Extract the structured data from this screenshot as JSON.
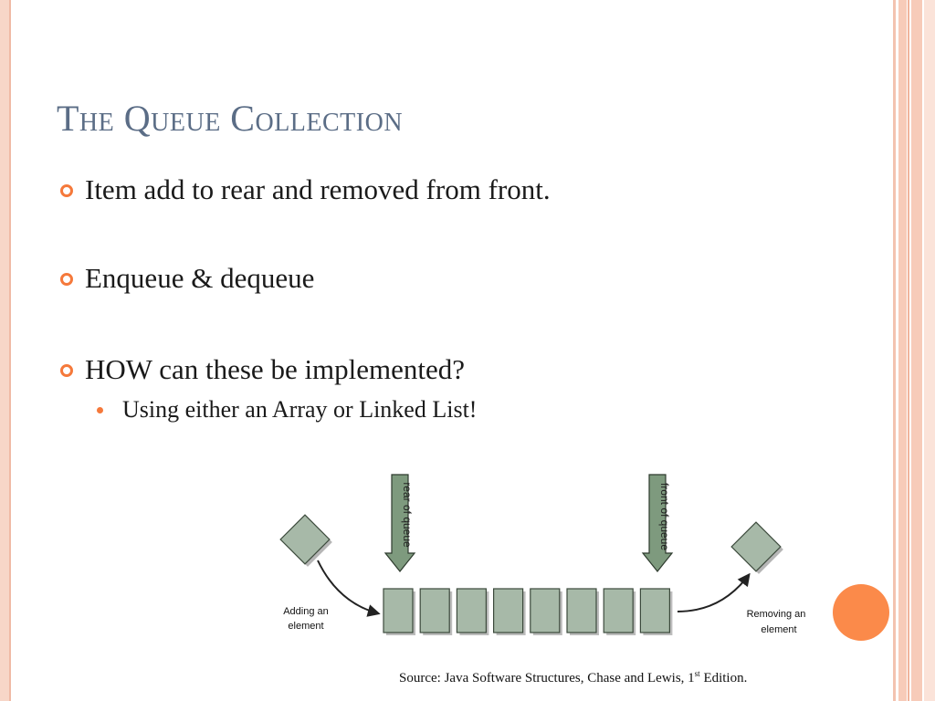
{
  "slide": {
    "title": "The Queue Collection",
    "bullets": [
      "Item add to rear and removed from front.",
      "Enqueue & dequeue",
      "HOW can these be implemented?"
    ],
    "sub_bullets": [
      "Using either an Array or Linked List!"
    ]
  },
  "diagram": {
    "arrow_rear_label": "rear of queue",
    "arrow_front_label": "front of queue",
    "adding_label_line1": "Adding an",
    "adding_label_line2": "element",
    "removing_label_line1": "Removing an",
    "removing_label_line2": "element"
  },
  "source": {
    "prefix": "Source: Java Software Structures, Chase and Lewis, 1",
    "superscript": "st",
    "suffix": " Edition."
  },
  "colors": {
    "title": "#5b6d86",
    "bullet_accent": "#f5793b",
    "block_fill": "#a7b9a8",
    "orange_circle": "#fb8a4a"
  }
}
